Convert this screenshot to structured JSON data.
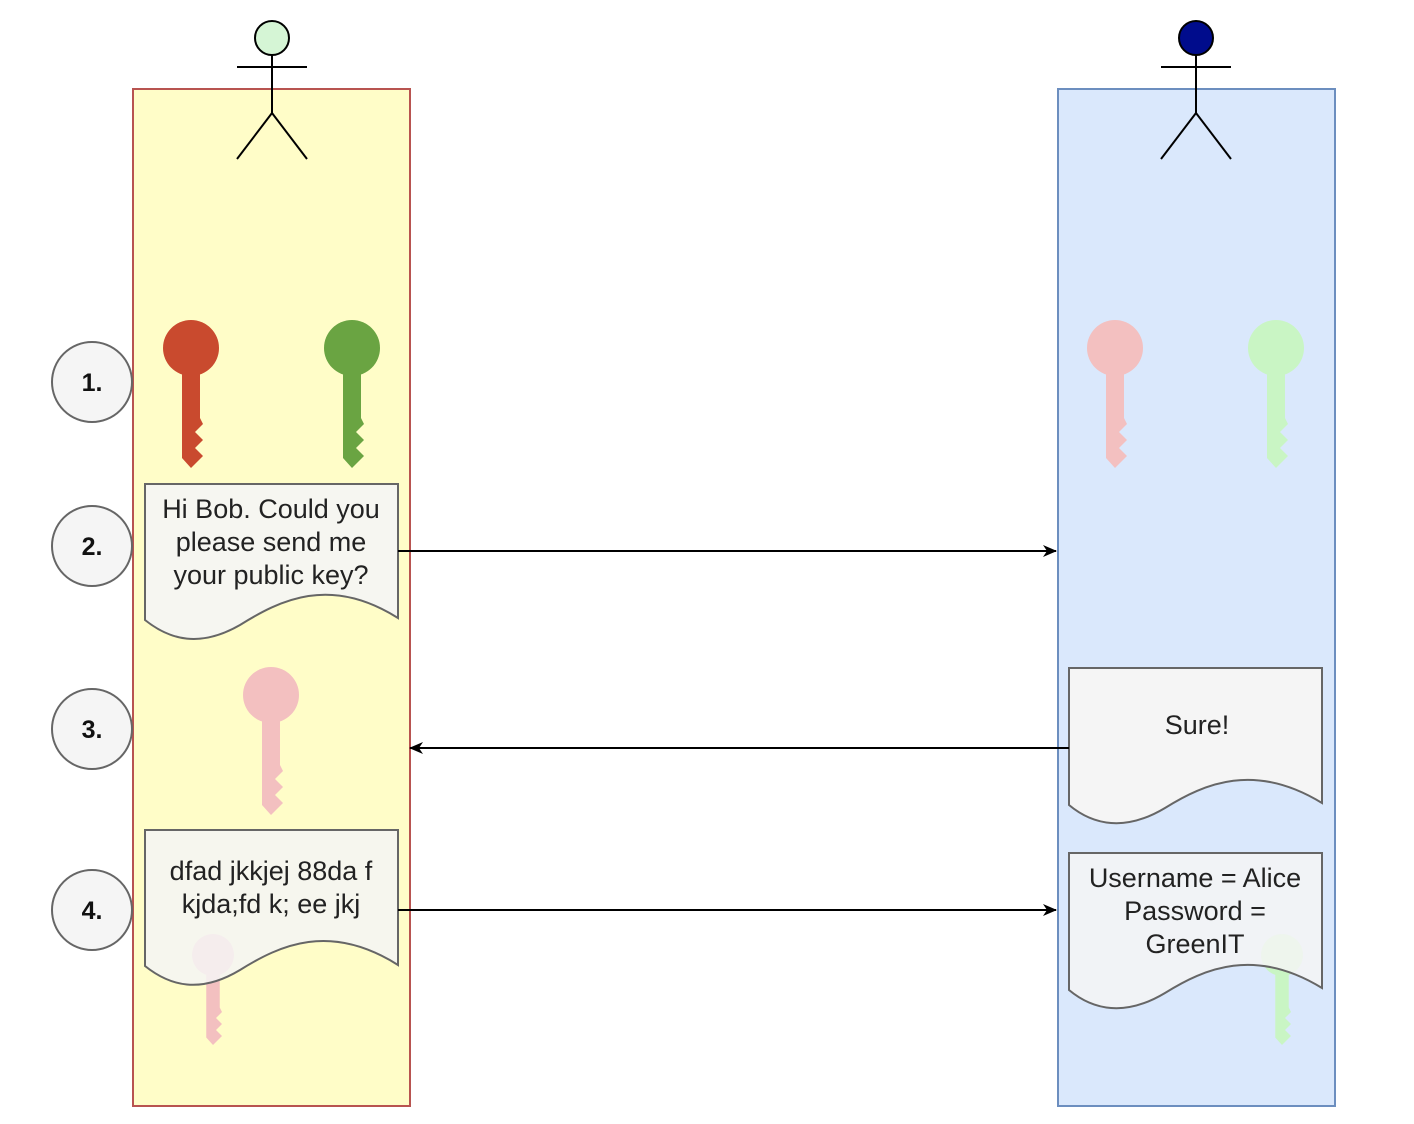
{
  "colors": {
    "alice_lane_fill": "#fffdc8",
    "alice_lane_stroke": "#b85450",
    "bob_lane_fill": "#dae8fc",
    "bob_lane_stroke": "#6c8ebf",
    "alice_head": "#d5f5d5",
    "bob_head": "#000c8c",
    "private_key": "#c94a2e",
    "public_key": "#6aa442",
    "private_key_faded": "#f3c0c0",
    "public_key_faded": "#c9f5c4",
    "document_fill": "#f5f5f5",
    "document_stroke": "#666666",
    "arrow": "#000000",
    "step_fill": "#f5f5f5",
    "step_stroke": "#666666"
  },
  "actors": [
    {
      "id": "alice",
      "head_color": "#d5f5d5"
    },
    {
      "id": "bob",
      "head_color": "#000c8c"
    }
  ],
  "steps": [
    {
      "label": "1."
    },
    {
      "label": "2."
    },
    {
      "label": "3."
    },
    {
      "label": "4."
    }
  ],
  "messages": {
    "request": {
      "lines": [
        "Hi Bob. Could you",
        "please send me",
        "your public key?"
      ]
    },
    "reply": {
      "lines": [
        "Sure!"
      ]
    },
    "encrypted": {
      "lines": [
        "dfad jkkjej 88da f",
        "kjda;fd k; ee jkj"
      ]
    },
    "credentials": {
      "lines": [
        "Username = Alice",
        "Password =",
        "GreenIT"
      ]
    }
  },
  "keys": [
    {
      "owner": "alice",
      "kind": "private",
      "color": "#c94a2e"
    },
    {
      "owner": "alice",
      "kind": "public",
      "color": "#6aa442"
    },
    {
      "owner": "bob",
      "kind": "private",
      "color": "#f3c0c0"
    },
    {
      "owner": "bob",
      "kind": "public",
      "color": "#c9f5c4"
    },
    {
      "owner": "alice",
      "kind": "received-public",
      "color": "#f3c0c0"
    },
    {
      "owner": "alice",
      "kind": "encryption-key",
      "color": "#f3c0c0"
    },
    {
      "owner": "bob",
      "kind": "encryption-key",
      "color": "#c9f5c4"
    }
  ],
  "arrows": [
    {
      "from": "alice",
      "to": "bob",
      "step": "2."
    },
    {
      "from": "bob",
      "to": "alice",
      "step": "3."
    },
    {
      "from": "alice",
      "to": "bob",
      "step": "4."
    }
  ]
}
